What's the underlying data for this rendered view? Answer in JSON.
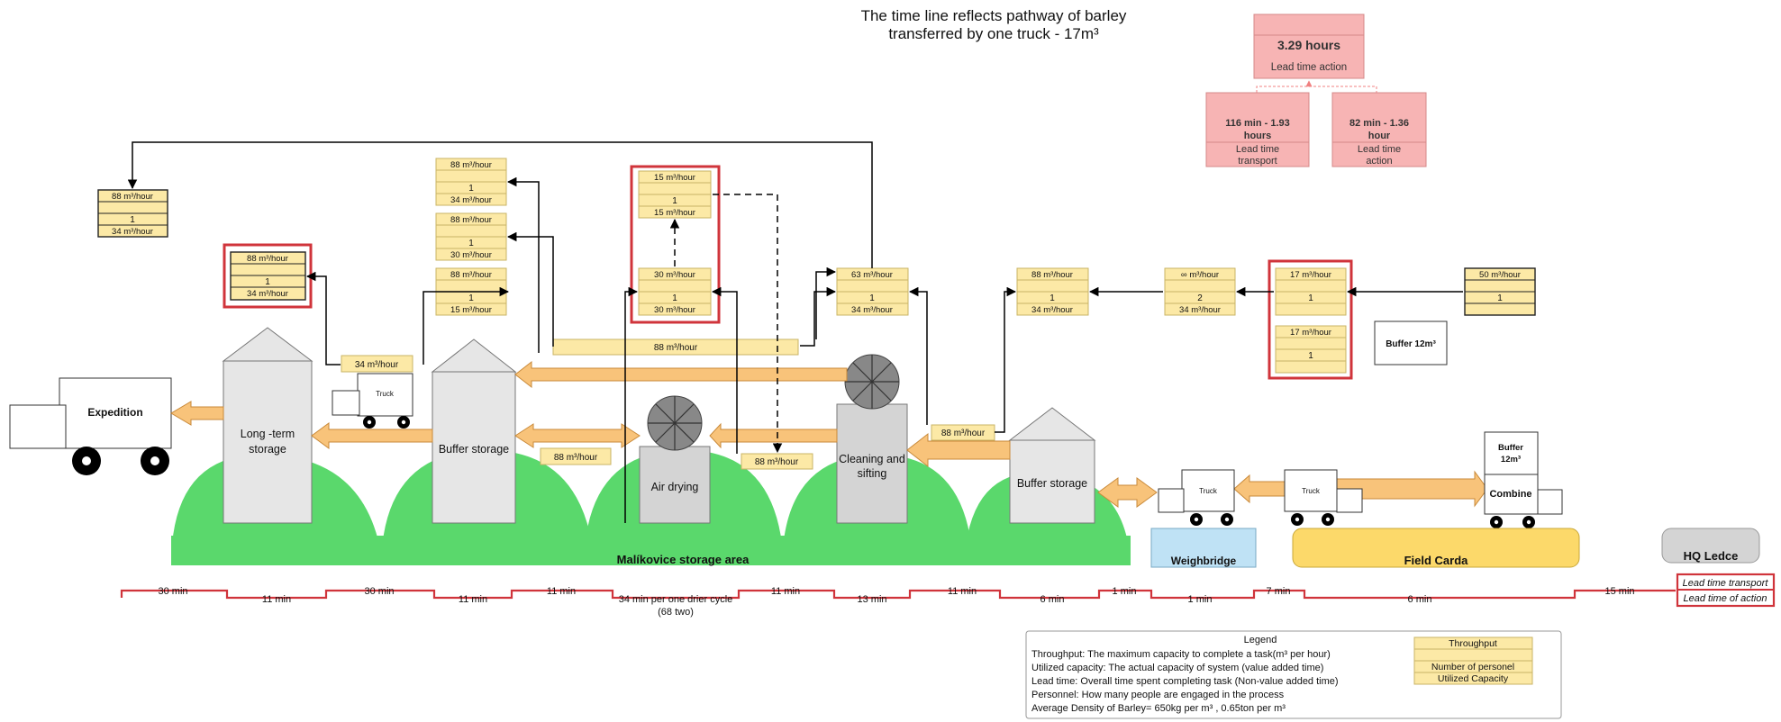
{
  "title": {
    "line1": "The time line reflects pathway of barley",
    "line2": "transferred by one truck - 17m³"
  },
  "lead_time_summary": {
    "total_value": "3.29 hours",
    "total_label": "Lead time action",
    "transport_value_1": "116 min - 1.93",
    "transport_value_2": "hours",
    "transport_label_1": "Lead time",
    "transport_label_2": "transport",
    "action_value_1": "82 min - 1.36",
    "action_value_2": "hour",
    "action_label_1": "Lead time",
    "action_label_2": "action"
  },
  "data_boxes": {
    "expedition": {
      "throughput": "88 m³/hour",
      "personnel": "1",
      "utilized": "34 m³/hour"
    },
    "long_term": {
      "throughput": "88 m³/hour",
      "personnel": "1",
      "utilized": "34 m³/hour"
    },
    "buffer_a": {
      "throughput": "88 m³/hour",
      "personnel": "1",
      "utilized": "34 m³/hour"
    },
    "buffer_b": {
      "throughput": "88 m³/hour",
      "personnel": "1",
      "utilized": "30 m³/hour"
    },
    "buffer_c": {
      "throughput": "88 m³/hour",
      "personnel": "1",
      "utilized": "15 m³/hour"
    },
    "drier_top": {
      "throughput": "15 m³/hour",
      "personnel": "1",
      "utilized": "15 m³/hour"
    },
    "drier": {
      "throughput": "30 m³/hour",
      "personnel": "1",
      "utilized": "30 m³/hour"
    },
    "cleaning": {
      "throughput": "63 m³/hour",
      "personnel": "1",
      "utilized": "34 m³/hour"
    },
    "buffer_right": {
      "throughput": "88 m³/hour",
      "personnel": "1",
      "utilized": "34 m³/hour"
    },
    "weighbridge": {
      "throughput": "∞ m³/hour",
      "personnel": "2",
      "utilized": "34 m³/hour"
    },
    "truck_a": {
      "throughput": "17 m³/hour",
      "personnel": "1"
    },
    "truck_b": {
      "throughput": "17 m³/hour",
      "personnel": "1"
    },
    "combine": {
      "throughput": "50 m³/hour",
      "personnel": "1"
    }
  },
  "flow_labels": {
    "truck_out": "34 m³/hour",
    "wide_flow": "88 m³/hour",
    "buffer_to_drier": "88 m³/hour",
    "drier_flow": "88 m³/hour",
    "cleaning_in": "88 m³/hour"
  },
  "buffer_12": "Buffer 12m³",
  "facilities": {
    "expedition": "Expedition",
    "long_term_1": "Long -term",
    "long_term_2": "storage",
    "buffer_storage": "Buffer storage",
    "air_drying": "Air drying",
    "cleaning_1": "Cleaning and",
    "cleaning_2": "sifting",
    "buffer_storage_right": "Buffer storage",
    "truck": "Truck",
    "combine": "Combine",
    "buffer_combine_1": "Buffer",
    "buffer_combine_2": "12m³"
  },
  "areas": {
    "storage": "Malíkovice storage area",
    "weighbridge": "Weighbridge",
    "field": "Field Carda",
    "hq": "HQ Ledce"
  },
  "timeline": {
    "top": [
      "30 min",
      "30 min",
      "11 min",
      "11 min",
      "11 min",
      "1 min",
      "7 min",
      "15 min"
    ],
    "bottom": [
      "11 min",
      "11 min",
      "13 min",
      "6 min",
      "1 min",
      "6 min"
    ],
    "drier_1": "34 min per one drier cycle",
    "drier_2": "(68 two)"
  },
  "timeline_legend": {
    "transport": "Lead time transport",
    "action": "Lead time of action"
  },
  "legend": {
    "title": "Legend",
    "lines": [
      "Throughput: The maximum capacity to complete a task(m³ per hour)",
      "Utilized capacity: The actual capacity of system  (value added time)",
      "Lead time: Overall time spent completing  task (Non-value added time)",
      "Personnel: How many people are engaged in the process",
      "Average Density of Barley= 650kg per m³ , 0.65ton per m³"
    ],
    "key_throughput": "Throughput",
    "key_personnel": "Number of personel",
    "key_utilized": "Utilized Capacity"
  },
  "colors": {
    "data_box": "#fce9a6",
    "arrow_fill": "#f8c37a",
    "hill": "#5ad86c",
    "building": "#e6e6e6",
    "highlight": "#d0343b",
    "summary": "#f7b4b4",
    "field": "#fcd96a",
    "weighbridge": "#bfe2f5",
    "hq": "#d4d4d4"
  }
}
